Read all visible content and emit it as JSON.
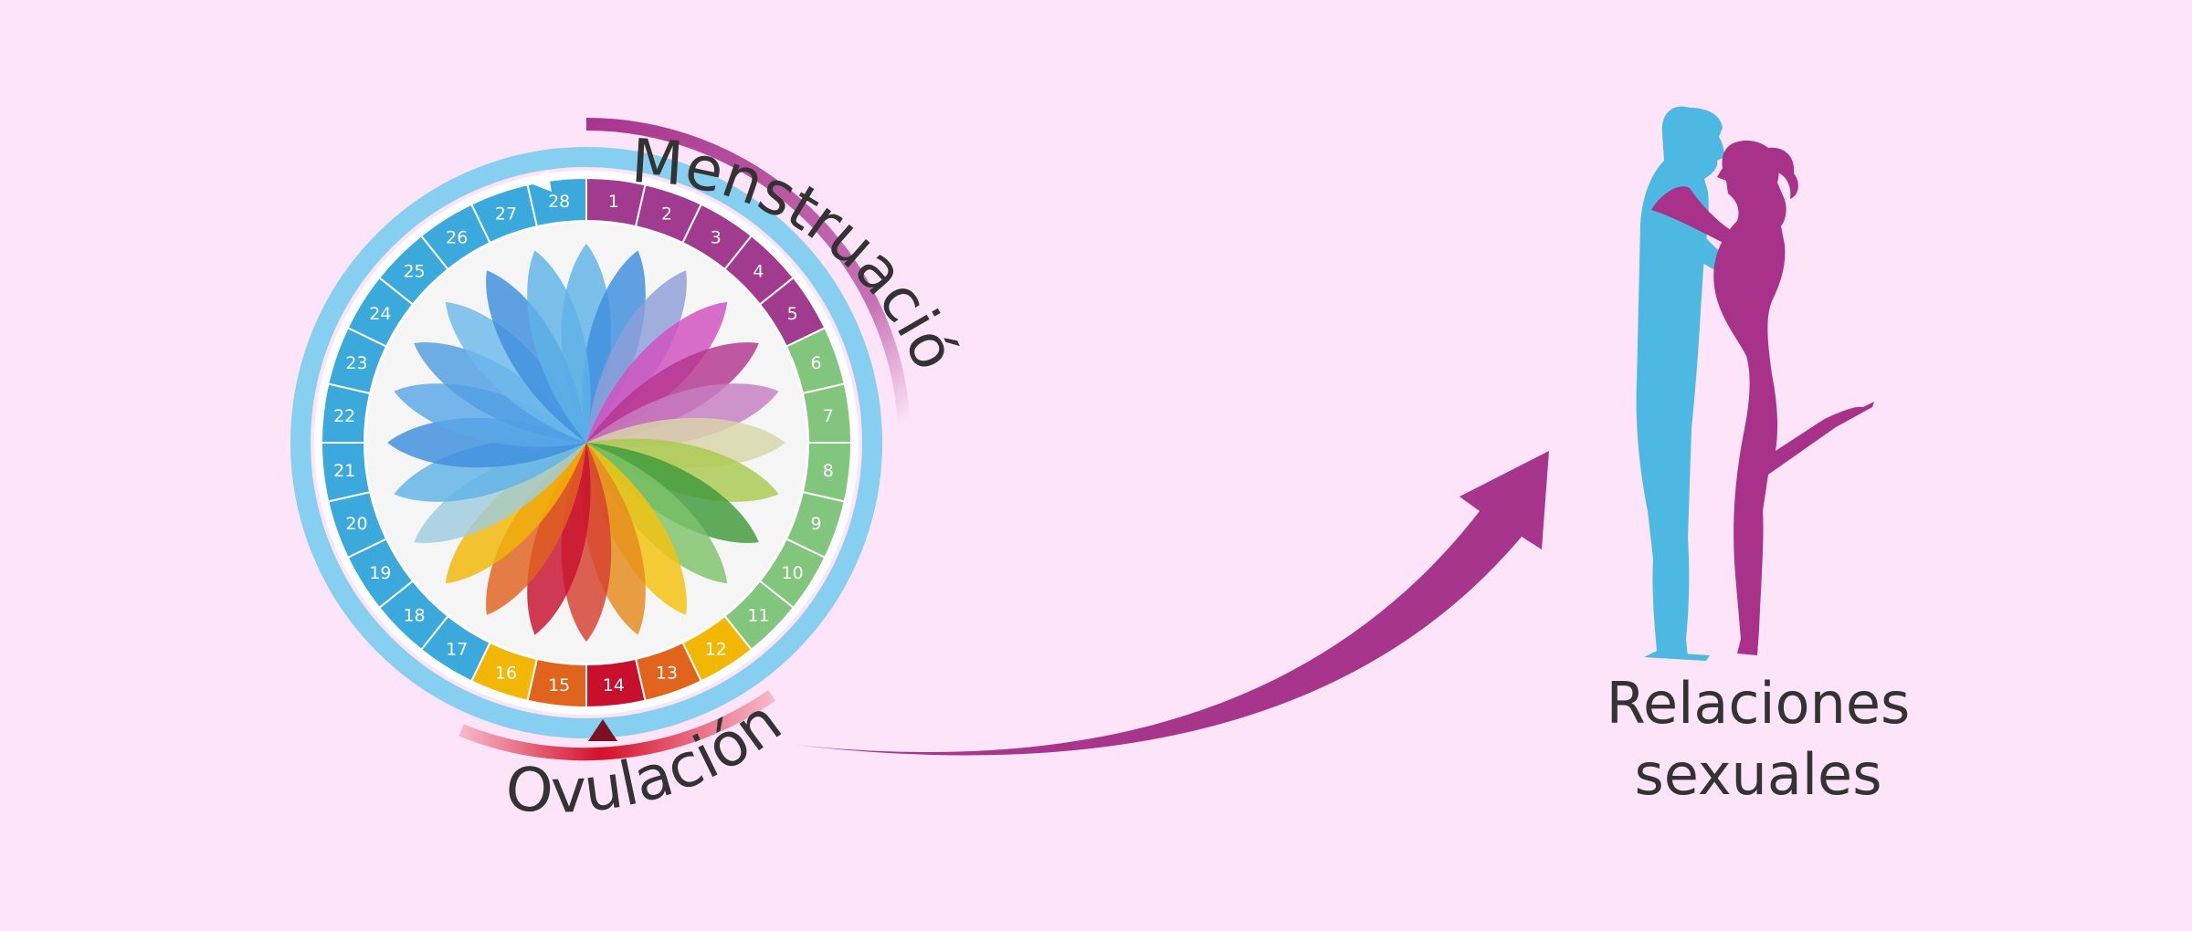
{
  "cycle": {
    "days": [
      {
        "n": "1",
        "color": "#a13b8f"
      },
      {
        "n": "2",
        "color": "#a13b8f"
      },
      {
        "n": "3",
        "color": "#a13b8f"
      },
      {
        "n": "4",
        "color": "#a13b8f"
      },
      {
        "n": "5",
        "color": "#a13b8f"
      },
      {
        "n": "6",
        "color": "#82c57c"
      },
      {
        "n": "7",
        "color": "#82c57c"
      },
      {
        "n": "8",
        "color": "#82c57c"
      },
      {
        "n": "9",
        "color": "#82c57c"
      },
      {
        "n": "10",
        "color": "#82c57c"
      },
      {
        "n": "11",
        "color": "#82c57c"
      },
      {
        "n": "12",
        "color": "#f2b705"
      },
      {
        "n": "13",
        "color": "#e0631e"
      },
      {
        "n": "14",
        "color": "#c8102e"
      },
      {
        "n": "15",
        "color": "#e0631e"
      },
      {
        "n": "16",
        "color": "#f2b705"
      },
      {
        "n": "17",
        "color": "#3ba9dc"
      },
      {
        "n": "18",
        "color": "#3ba9dc"
      },
      {
        "n": "19",
        "color": "#3ba9dc"
      },
      {
        "n": "20",
        "color": "#3ba9dc"
      },
      {
        "n": "21",
        "color": "#3ba9dc"
      },
      {
        "n": "22",
        "color": "#3ba9dc"
      },
      {
        "n": "23",
        "color": "#3ba9dc"
      },
      {
        "n": "24",
        "color": "#3ba9dc"
      },
      {
        "n": "25",
        "color": "#3ba9dc"
      },
      {
        "n": "26",
        "color": "#3ba9dc"
      },
      {
        "n": "27",
        "color": "#3ba9dc"
      },
      {
        "n": "28",
        "color": "#3ba9dc"
      }
    ],
    "ring_color": "#86cff0",
    "petal_colors": [
      "#5fb2e8",
      "#3d8fde",
      "#8e9fd8",
      "#d24fc0",
      "#b5348f",
      "#c77ec2",
      "#d8d4a8",
      "#a9c94e",
      "#3f9a3a",
      "#7fc36a",
      "#f4c20d",
      "#e58a1c",
      "#d6402e",
      "#c8102e",
      "#e0631e",
      "#f2b705",
      "#9fcde0",
      "#5fb2e8",
      "#3d8fde",
      "#5aa7e6",
      "#4f9ee3",
      "#6cbaea",
      "#3d8fde",
      "#5fb2e8"
    ]
  },
  "labels": {
    "menstruation": "Menstruación",
    "ovulation": "Ovulación",
    "intercourse_line1": "Relaciones",
    "intercourse_line2": "sexuales"
  },
  "colors": {
    "background": "#fde4f8",
    "magenta": "#a8358c",
    "blue_figure": "#4db8e2",
    "pink_figure": "#a8328a",
    "ovulation_red": "#d5102a"
  }
}
